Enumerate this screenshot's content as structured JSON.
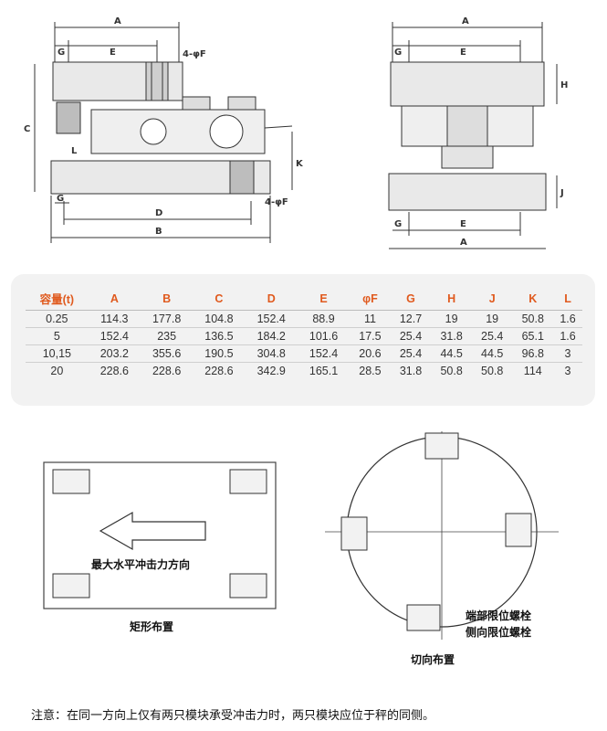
{
  "drawings": {
    "front": {
      "A": "A",
      "G": "G",
      "E": "E",
      "F": "4-φF",
      "C": "C",
      "L": "L",
      "K": "K",
      "D": "D",
      "B": "B",
      "F2": "4-φF"
    },
    "side": {
      "A": "A",
      "G": "G",
      "E": "E",
      "H": "H",
      "J": "J",
      "G2": "G",
      "E2": "E",
      "A2": "A"
    }
  },
  "table": {
    "headers": [
      "容量(t)",
      "A",
      "B",
      "C",
      "D",
      "E",
      "φF",
      "G",
      "H",
      "J",
      "K",
      "L"
    ],
    "rows": [
      [
        "0.25",
        "114.3",
        "177.8",
        "104.8",
        "152.4",
        "88.9",
        "11",
        "12.7",
        "19",
        "19",
        "50.8",
        "1.6"
      ],
      [
        "5",
        "152.4",
        "235",
        "136.5",
        "184.2",
        "101.6",
        "17.5",
        "25.4",
        "31.8",
        "25.4",
        "65.1",
        "1.6"
      ],
      [
        "10,15",
        "203.2",
        "355.6",
        "190.5",
        "304.8",
        "152.4",
        "20.6",
        "25.4",
        "44.5",
        "44.5",
        "96.8",
        "3"
      ],
      [
        "20",
        "228.6",
        "228.6",
        "228.6",
        "342.9",
        "165.1",
        "28.5",
        "31.8",
        "50.8",
        "50.8",
        "114",
        "3"
      ]
    ]
  },
  "layouts": {
    "rect_arrow_label": "最大水平冲击力方向",
    "rect_caption": "矩形布置",
    "circle_caption": "切向布置",
    "end_bolt": "端部限位螺栓",
    "side_bolt": "侧向限位螺栓"
  },
  "note": "注意：在同一方向上仅有两只模块承受冲击力时，两只模块应位于秤的同侧。"
}
